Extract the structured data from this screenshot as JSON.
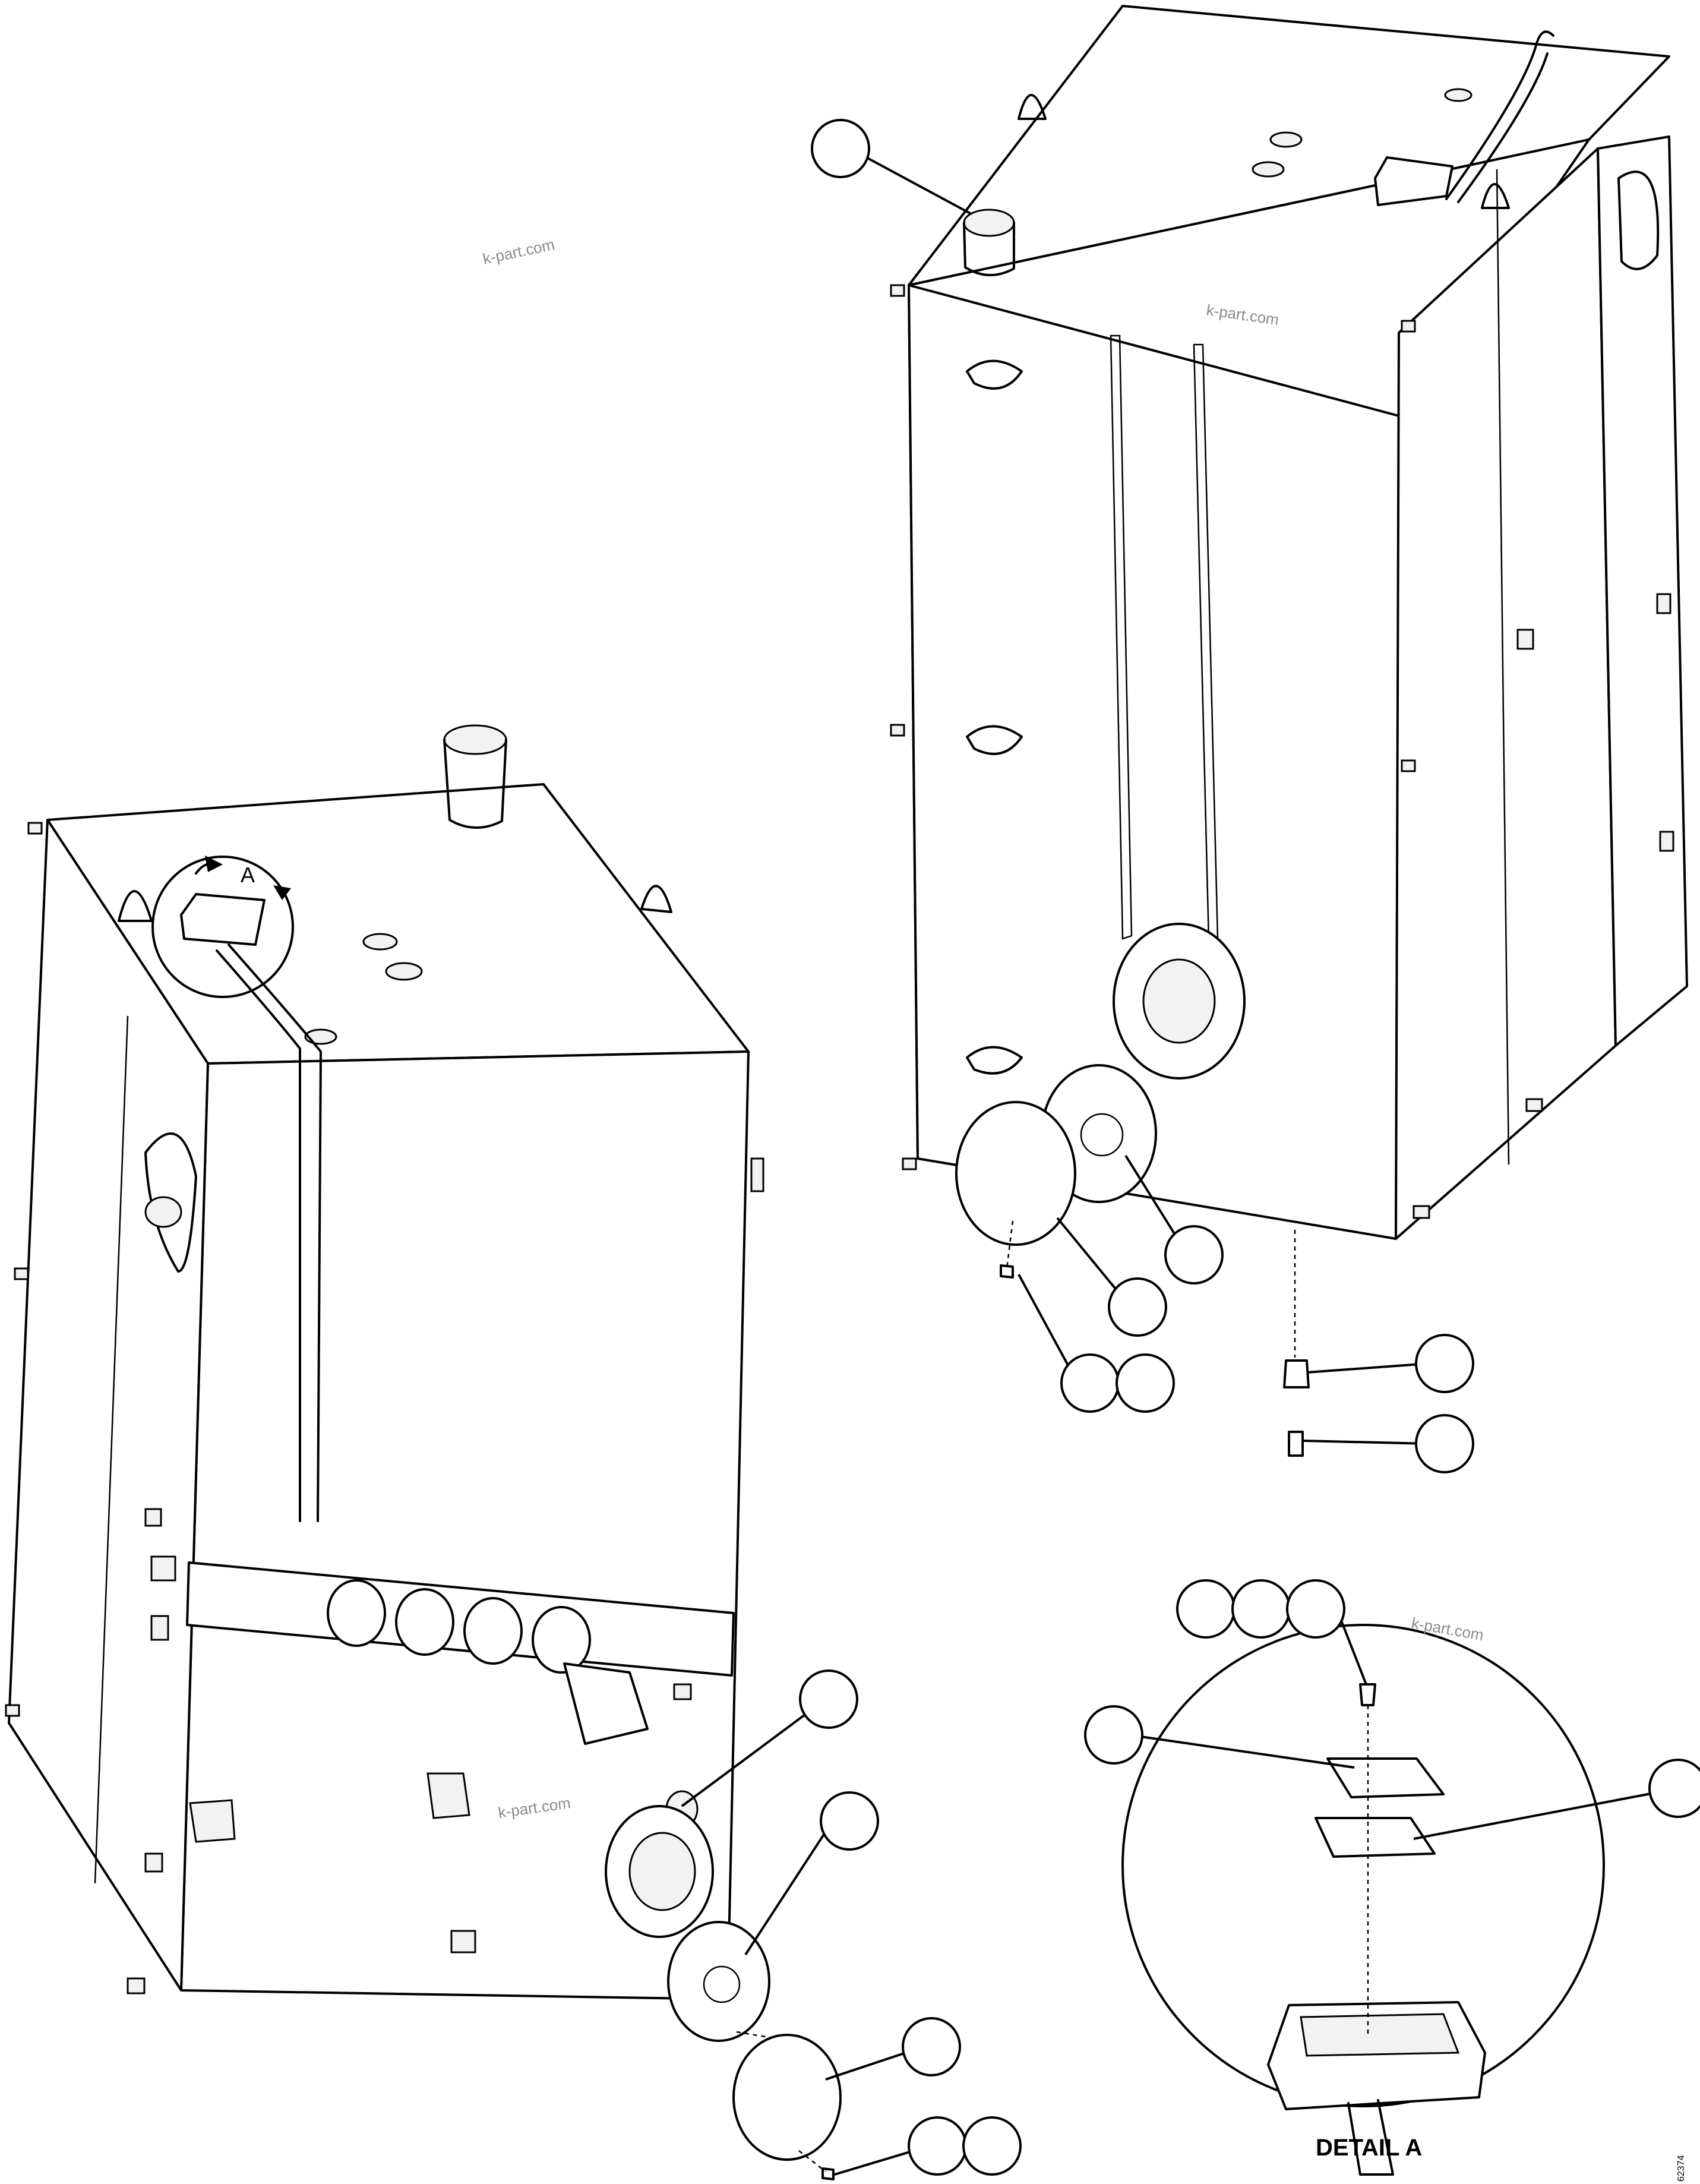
{
  "drawing": {
    "detail_marker": "A",
    "detail_title": "DETAIL A",
    "watermark": "k-part.com",
    "drawing_number": "62374"
  }
}
